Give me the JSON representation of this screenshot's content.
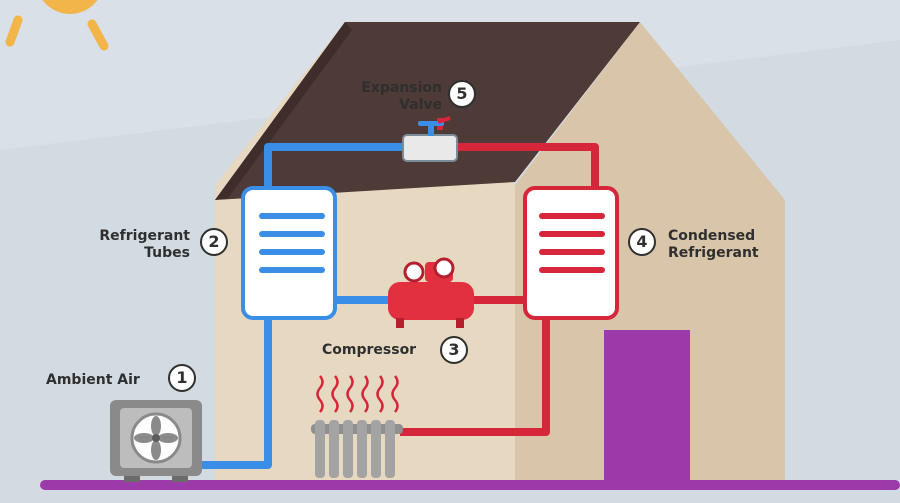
{
  "components": [
    {
      "number": "1",
      "label_lines": [
        "Ambient Air"
      ]
    },
    {
      "number": "2",
      "label_lines": [
        "Refrigerant",
        "Tubes"
      ]
    },
    {
      "number": "3",
      "label_lines": [
        "Compressor"
      ]
    },
    {
      "number": "4",
      "label_lines": [
        "Condensed",
        "Refrigerant"
      ]
    },
    {
      "number": "5",
      "label_lines": [
        "Expansion",
        "Valve"
      ]
    }
  ],
  "colors": {
    "cold_pipe": "#3a8ee6",
    "hot_pipe": "#d6273a",
    "roof": "#4e3a37",
    "wall": "#e7d8c2",
    "door": "#9b3aa8",
    "ground": "#9b3aa8",
    "sun": "#f2b54a",
    "text": "#2f2f2f"
  },
  "icons": [
    "sun-icon",
    "fan-icon",
    "radiator-icon",
    "heat-waves-icon",
    "compressor-icon",
    "valve-icon"
  ]
}
